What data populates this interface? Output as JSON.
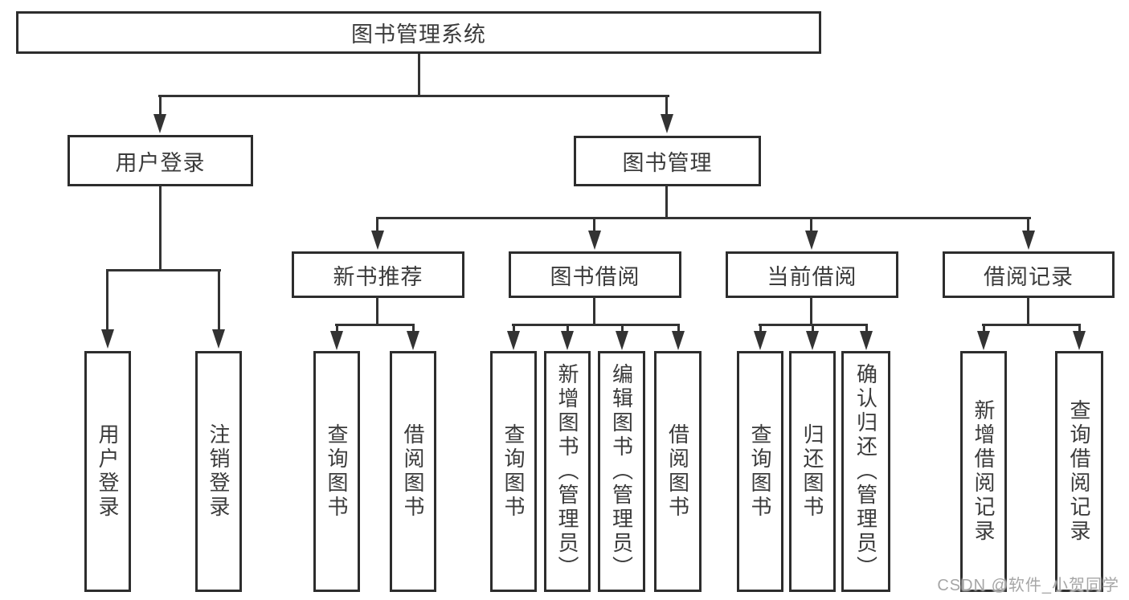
{
  "diagram": {
    "title_box": "图书管理系统",
    "level2": [
      {
        "label": "用户登录"
      },
      {
        "label": "图书管理"
      }
    ],
    "level3": [
      {
        "label": "新书推荐"
      },
      {
        "label": "图书借阅"
      },
      {
        "label": "当前借阅"
      },
      {
        "label": "借阅记录"
      }
    ],
    "leaves": [
      {
        "label": "用户登录"
      },
      {
        "label": "注销登录"
      },
      {
        "label": "查询图书"
      },
      {
        "label": "借阅图书"
      },
      {
        "label": "查询图书"
      },
      {
        "label": "新增图书（管理员）"
      },
      {
        "label": "编辑图书（管理员）"
      },
      {
        "label": "借阅图书"
      },
      {
        "label": "查询图书"
      },
      {
        "label": "归还图书"
      },
      {
        "label": "确认归还（管理员）"
      },
      {
        "label": "新增借阅记录"
      },
      {
        "label": "查询借阅记录"
      }
    ],
    "colors": {
      "line": "#333333",
      "border": "#2d2d2d",
      "text": "#3b3b3b",
      "watermark_text": "#a6a6a6",
      "background": "#ffffff"
    }
  },
  "watermark": {
    "text": "CSDN @软件_小贺同学"
  }
}
